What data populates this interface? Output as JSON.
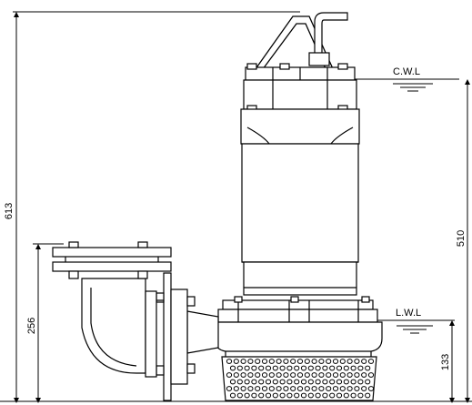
{
  "dimensions": {
    "total_height": "613",
    "discharge_height": "256",
    "pump_height": "510",
    "strainer_height": "133"
  },
  "levels": {
    "cwl": "C.W.L",
    "lwl": "L.W.L"
  },
  "colors": {
    "line": "#000000",
    "fill": "#ffffff",
    "shade": "#d9d9d9"
  }
}
